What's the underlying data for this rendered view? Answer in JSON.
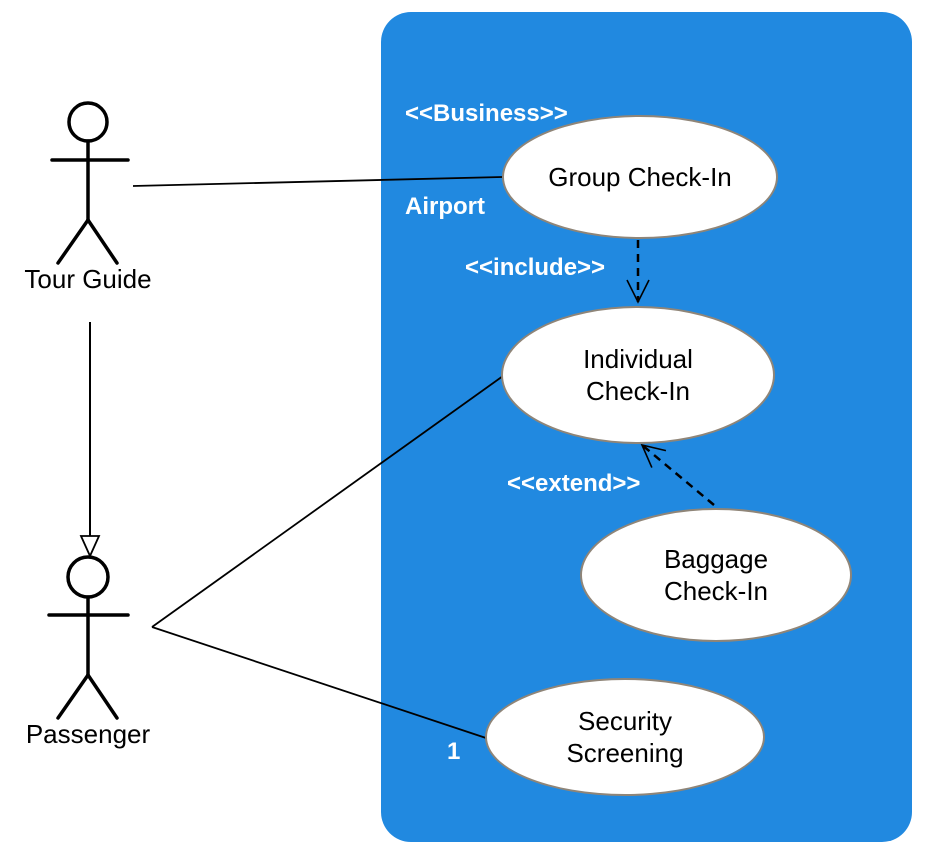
{
  "system_boundary": {
    "stereotype": "<<Business>>",
    "name": "Airport"
  },
  "actors": {
    "tour_guide": {
      "label": "Tour Guide"
    },
    "passenger": {
      "label": "Passenger"
    }
  },
  "use_cases": {
    "group": {
      "label": "Group Check-In"
    },
    "individual": {
      "label": "Individual\nCheck-In"
    },
    "baggage": {
      "label": "Baggage\nCheck-In"
    },
    "security": {
      "label": "Security\nScreening"
    }
  },
  "relationships": {
    "include": {
      "type": "include",
      "label": "<<include>>",
      "from": "Group Check-In",
      "to": "Individual Check-In"
    },
    "extend": {
      "type": "extend",
      "label": "<<extend>>",
      "from": "Baggage Check-In",
      "to": "Individual Check-In"
    },
    "tour_guide_group": {
      "type": "association",
      "from": "Tour Guide",
      "to": "Group Check-In"
    },
    "tour_guide_passenger": {
      "type": "generalization",
      "from": "Tour Guide",
      "to": "Passenger"
    },
    "passenger_individual": {
      "type": "association",
      "from": "Passenger",
      "to": "Individual Check-In"
    },
    "passenger_security": {
      "type": "association",
      "from": "Passenger",
      "to": "Security Screening",
      "multiplicity": "1"
    }
  },
  "colors": {
    "boundary_fill": "#2189E0",
    "boundary_text": "#FFFFFF",
    "ellipse_fill": "#FFFFFF",
    "ellipse_border": "#8F8578",
    "line": "#000000",
    "node_text": "#000000"
  }
}
